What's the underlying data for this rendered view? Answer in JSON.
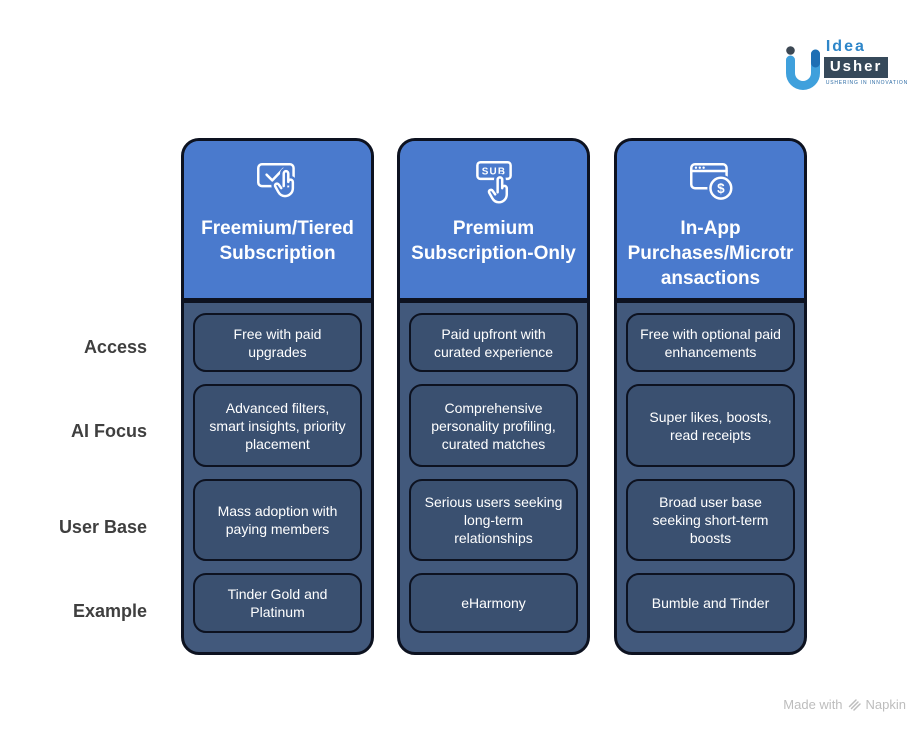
{
  "logo": {
    "name": "Idea Usher",
    "brand_top": "Idea",
    "brand_bottom": "Usher",
    "tagline": "USHERING IN INNOVATION"
  },
  "colors": {
    "header_blue": "#4A7ACD",
    "body_slate": "#42597C",
    "cell_fill": "#3A5070",
    "outline": "#0D1220",
    "title_text": "#FFFFFF",
    "cell_text": "#FFFFFF",
    "row_label_text": "#3F3F3F",
    "logo_blue": "#2E86C9",
    "logo_navy": "#36495A",
    "footer_gray": "#BDBDBD",
    "page_background": "#FFFFFF"
  },
  "row_labels": [
    "Access",
    "AI Focus",
    "User Base",
    "Example"
  ],
  "columns": [
    {
      "title": "Freemium/Tiered Subscription",
      "icon": "checkbox-card-tap-icon",
      "cells": {
        "access": "Free with paid upgrades",
        "ai_focus": "Advanced filters, smart insights, priority placement",
        "user_base": "Mass adoption with paying members",
        "example": "Tinder Gold and Platinum"
      }
    },
    {
      "title": "Premium Subscription-Only",
      "icon": "sub-button-tap-icon",
      "icon_label": "SUB",
      "cells": {
        "access": "Paid upfront with curated experience",
        "ai_focus": "Comprehensive personality profiling, curated matches",
        "user_base": "Serious users seeking long-term relationships",
        "example": "eHarmony"
      }
    },
    {
      "title": "In-App Purchases/Microtransactions",
      "icon": "browser-dollar-icon",
      "icon_label": "$",
      "cells": {
        "access": "Free with optional paid enhancements",
        "ai_focus": "Super likes, boosts, read receipts",
        "user_base": "Broad user base seeking short-term boosts",
        "example": "Bumble and Tinder"
      }
    }
  ],
  "footer": {
    "made_with": "Made with",
    "brand": "Napkin",
    "icon": "napkin-logo-icon"
  }
}
